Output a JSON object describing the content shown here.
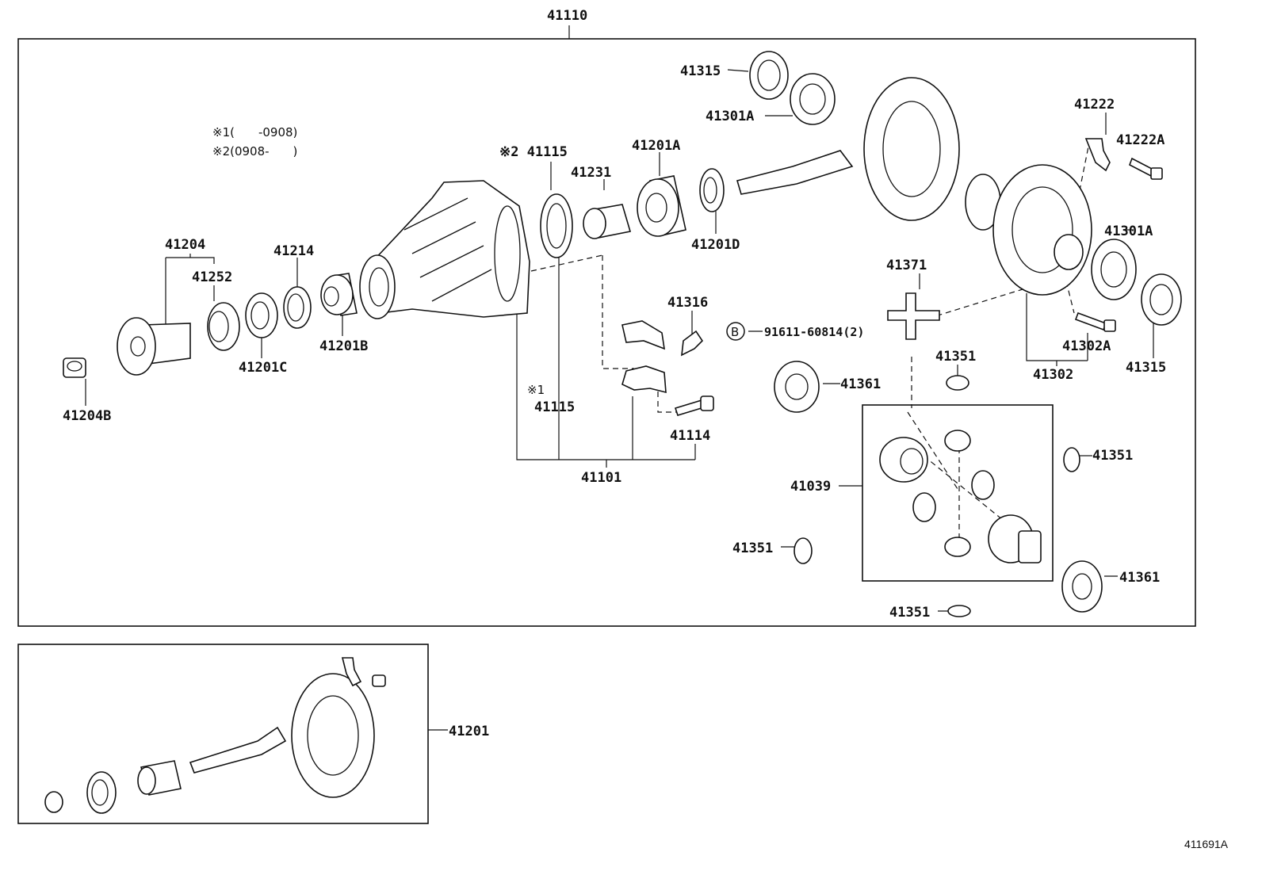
{
  "diagram": {
    "figure_code": "411691A",
    "notes": {
      "note1": "※1(　　-0908)",
      "note2": "※2(0908-　　)"
    },
    "labels": {
      "p41110": "41110",
      "p41315_top": "41315",
      "p41301A_top": "41301A",
      "p41222": "41222",
      "p41222A": "41222A",
      "p41115_top": "※2 41115",
      "p41231": "41231",
      "p41201A": "41201A",
      "p41201D": "41201D",
      "p41204": "41204",
      "p41252": "41252",
      "p41214": "41214",
      "p41201C": "41201C",
      "p41201B": "41201B",
      "p41204B": "41204B",
      "p41316": "41316",
      "p41371": "41371",
      "bolt_code": "91611-60814(2)",
      "bolt_marker": "B",
      "p41301A_right": "41301A",
      "p41302A": "41302A",
      "p41302": "41302",
      "p41315_right": "41315",
      "p41351_a": "41351",
      "p41361_a": "41361",
      "p41115_mark": "※1",
      "p41115_bottom": "41115",
      "p41114": "41114",
      "p41101": "41101",
      "p41039": "41039",
      "p41351_b": "41351",
      "p41351_c": "41351",
      "p41361_b": "41361",
      "p41351_d": "41351",
      "p41201": "41201"
    }
  }
}
